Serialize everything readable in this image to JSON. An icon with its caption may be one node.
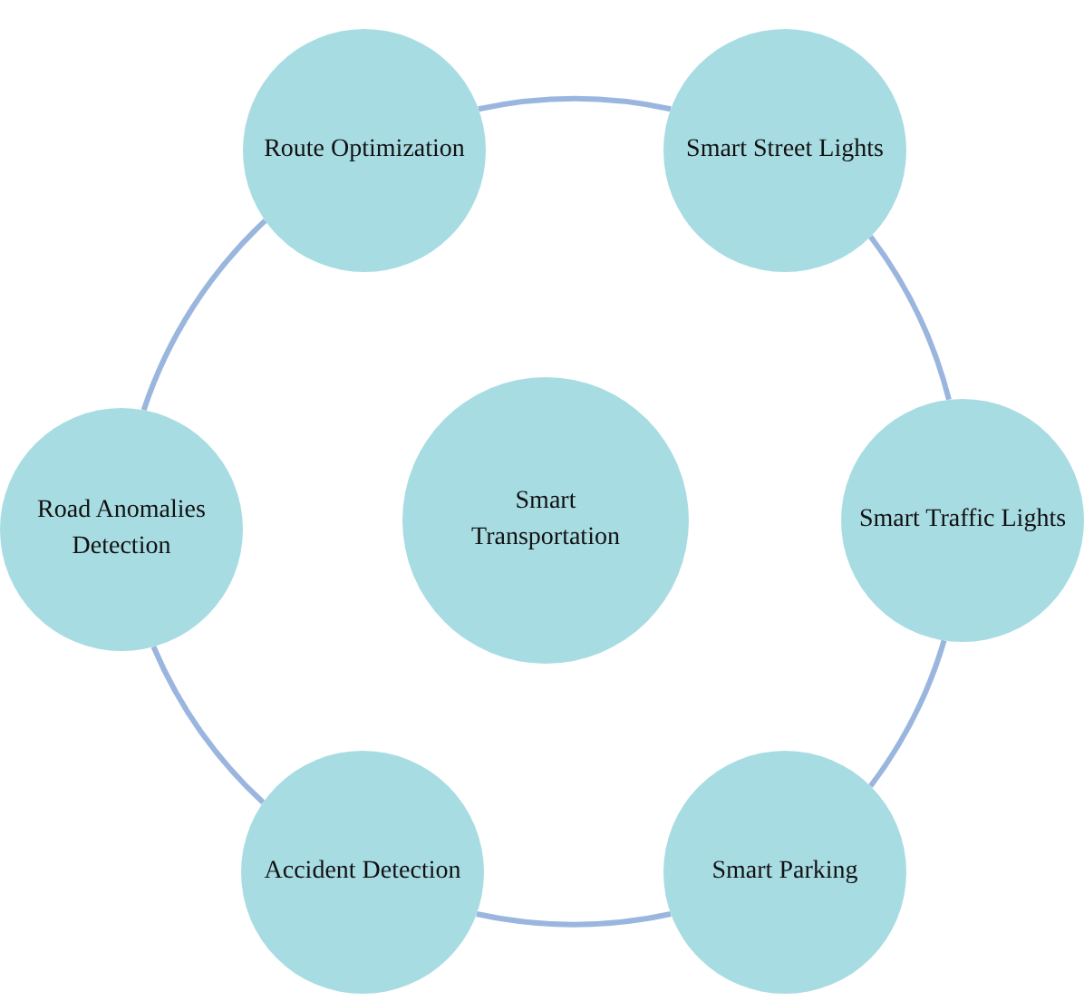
{
  "diagram": {
    "nodes": [
      {
        "text": [
          "Route Optimization"
        ]
      },
      {
        "text": [
          "Smart Street Lights"
        ]
      },
      {
        "text": [
          "Road Anomalies Detection"
        ]
      },
      {
        "text": [
          "Smart Transportation"
        ]
      },
      {
        "text": [
          "Smart Traffic Lights"
        ]
      },
      {
        "text": [
          "Accident Detection"
        ]
      },
      {
        "text": [
          "Smart Parking"
        ]
      }
    ],
    "edges": [
      {
        "from": 0,
        "to": 1,
        "arrow": "none"
      },
      {
        "from": 1,
        "to": 4,
        "arrow": "none"
      },
      {
        "from": 4,
        "to": 6,
        "arrow": "none"
      },
      {
        "from": 6,
        "to": 5,
        "arrow": "none"
      },
      {
        "from": 5,
        "to": 2,
        "arrow": "none"
      },
      {
        "from": 2,
        "to": 0,
        "arrow": "none"
      }
    ]
  }
}
